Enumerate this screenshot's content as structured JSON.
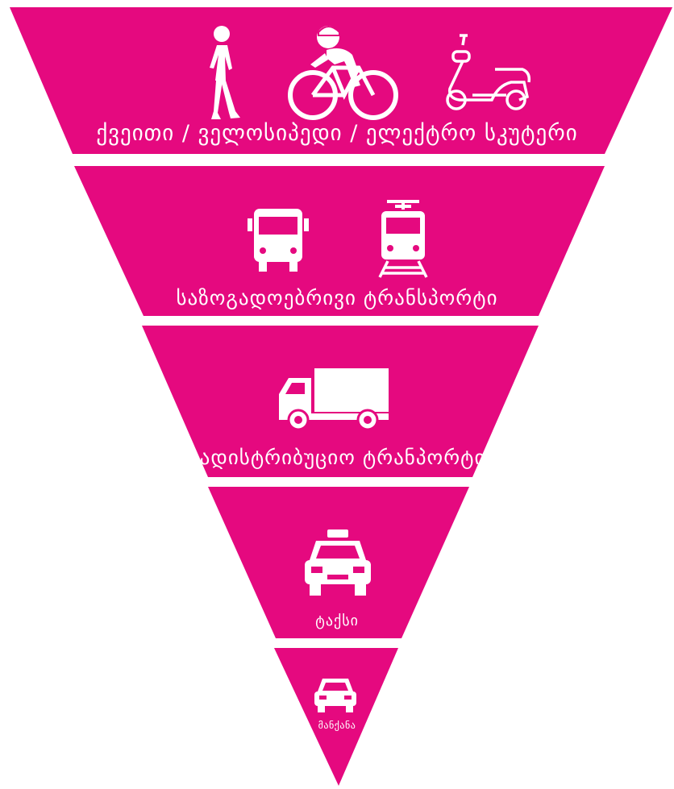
{
  "colors": {
    "tier_fill": "#E5097F",
    "icon_fill": "#FFFFFF"
  },
  "tiers": [
    {
      "label": "ქვეითი / ველოსიპედი / ელექტრო სკუტერი",
      "icons": [
        "pedestrian-icon",
        "cyclist-icon",
        "scooter-icon"
      ]
    },
    {
      "label": "საზოგადოებრივი ტრანსპორტი",
      "icons": [
        "bus-icon",
        "tram-icon"
      ]
    },
    {
      "label": "სადისტრიბუციო ტრანპორტი",
      "icons": [
        "truck-icon"
      ]
    },
    {
      "label": "ტაქსი",
      "icons": [
        "taxi-icon"
      ]
    },
    {
      "label": "მანქანა",
      "icons": [
        "car-icon"
      ]
    }
  ]
}
